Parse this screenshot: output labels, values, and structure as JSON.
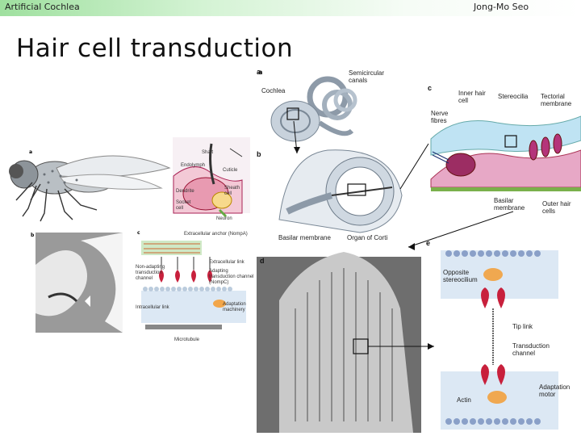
{
  "header": {
    "course": "Artificial Cochlea",
    "author": "Jong-Mo Seo"
  },
  "slide": {
    "title": "Hair cell transduction"
  },
  "figure_fly": {
    "panel_a": "a",
    "panel_b": "b",
    "panel_c": "c",
    "labels": {
      "shaft": "Shaft",
      "endolymph": "Endolymph",
      "cuticle": "Cuticle",
      "dendrite": "Dendrite",
      "sheath_cell": "Sheath cell",
      "socket_cell": "Socket cell",
      "neuron": "Neuron",
      "anchor": "Extracellular anchor (NompA)",
      "non_adapting": "Non-adapting transduction channel",
      "extracellular_link": "Extracellular link",
      "adapting": "Adapting transduction channel (NompC)",
      "intracellular_link": "Intracellular link",
      "adaptation_machinery": "Adaptation machinery",
      "microtubule": "Microtubule"
    }
  },
  "figure_cochlea": {
    "panel_a": "a",
    "panel_b": "b",
    "panel_c": "c",
    "panel_d": "d",
    "panel_e": "e",
    "labels": {
      "semicircular_canals": "Semicircular canals",
      "cochlea": "Cochlea",
      "basilar_membrane_b": "Basilar membrane",
      "organ_of_corti": "Organ of Corti",
      "inner_hair_cell": "Inner hair cell",
      "stereocilia": "Stereocilia",
      "tectorial_membrane": "Tectorial membrane",
      "nerve_fibres": "Nerve fibres",
      "basilar_membrane_c": "Basilar membrane",
      "outer_hair_cells": "Outer hair cells",
      "opposite_stereocilium": "Opposite stereocilium",
      "tip_link": "Tip link",
      "transduction_channel": "Transduction channel",
      "adaptation_motor": "Adaptation motor",
      "actin": "Actin"
    }
  }
}
